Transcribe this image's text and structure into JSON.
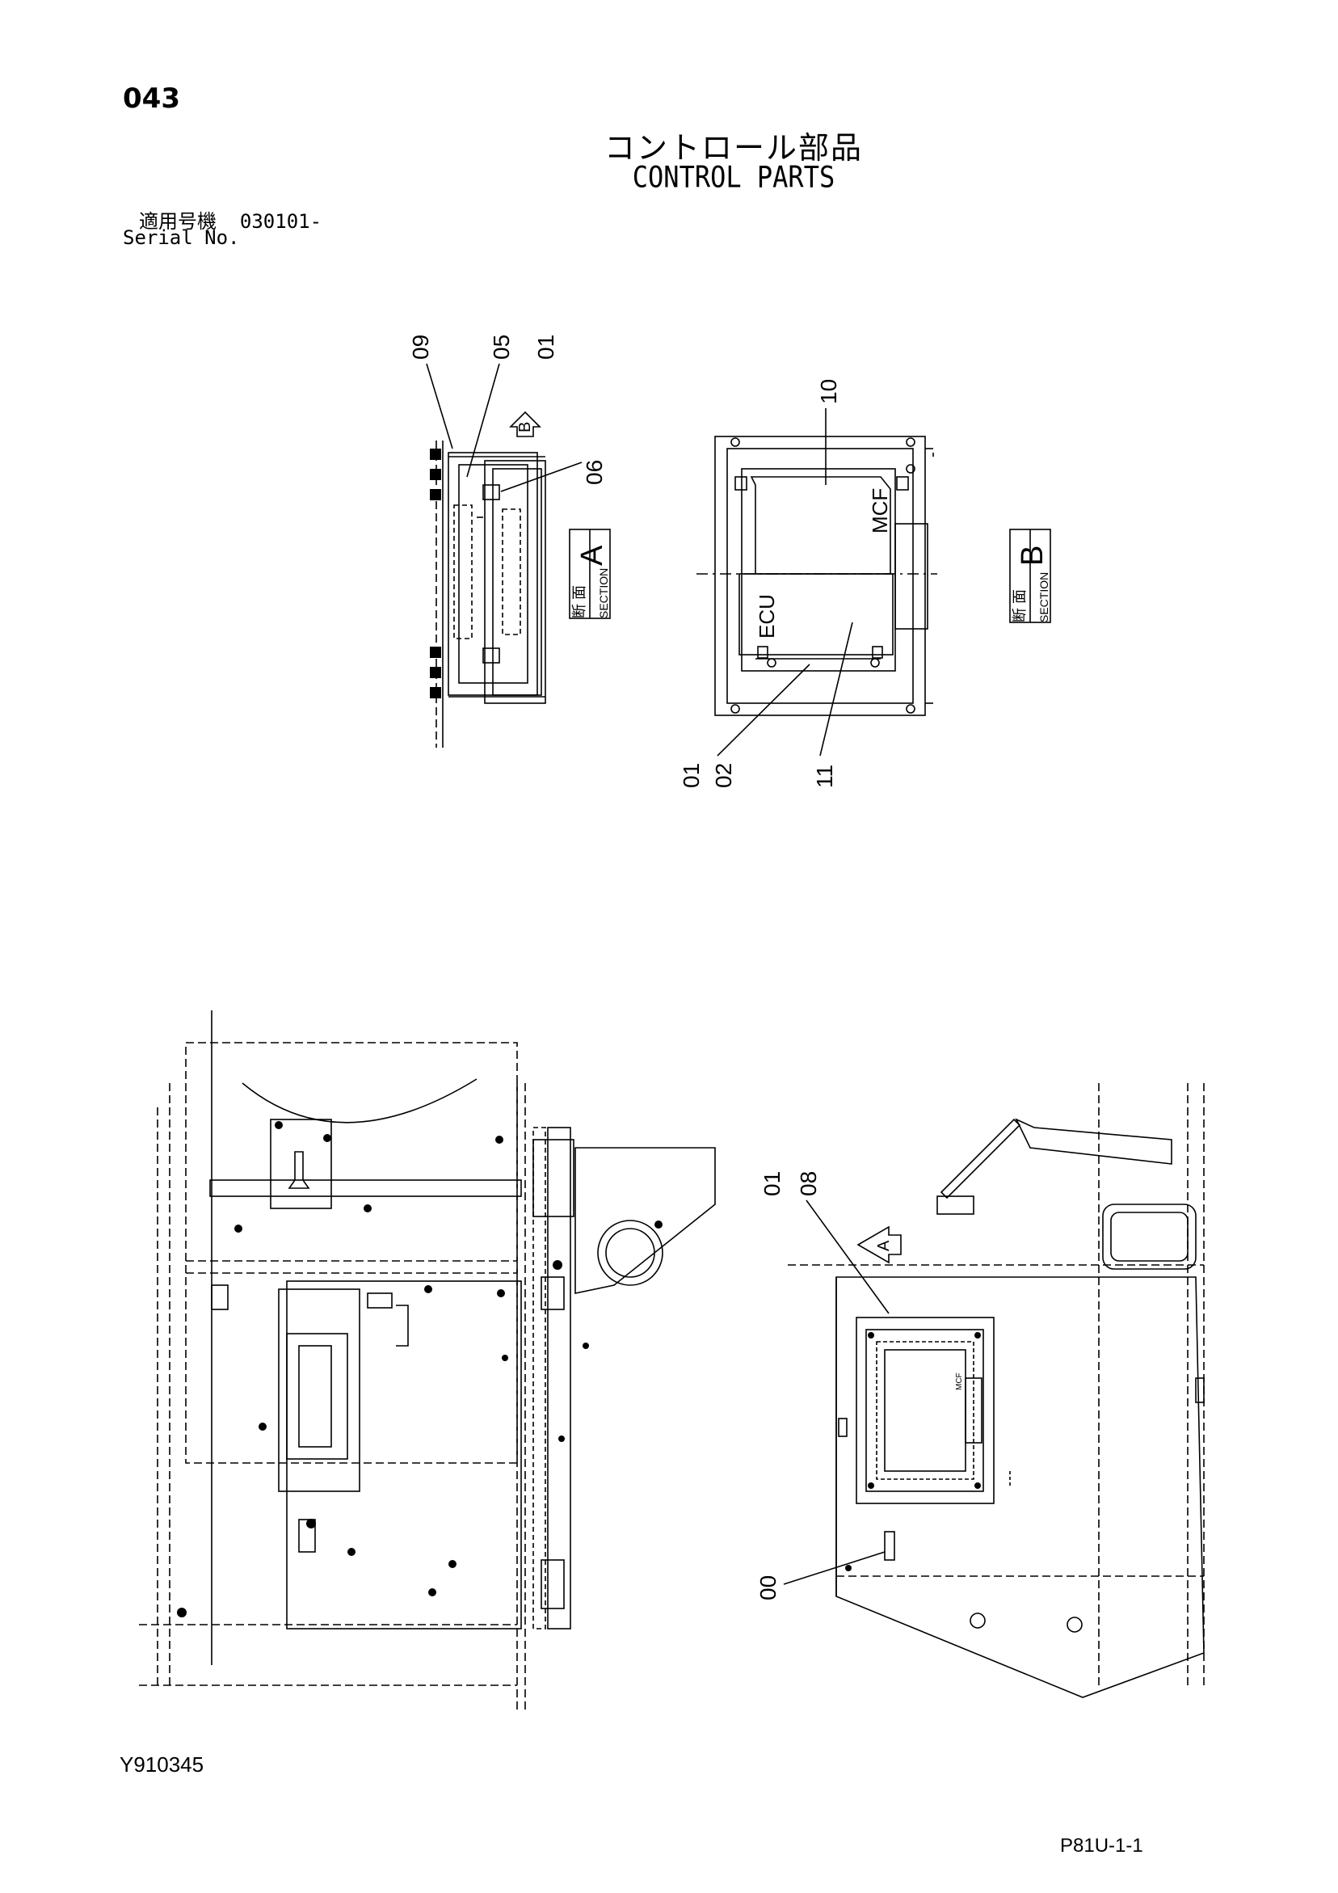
{
  "header": {
    "page_number": "043",
    "title_jp": "コントロール部品",
    "title_en": "CONTROL PARTS",
    "serial_label_jp": "適用号機",
    "serial_value": "030101-",
    "serial_label_en": "Serial No."
  },
  "section_a": {
    "section_letter": "A",
    "section_jp": "断 面",
    "section_en": "SECTION",
    "view_arrow_letter": "B",
    "callouts": [
      "09",
      "05",
      "01",
      "06"
    ]
  },
  "section_b": {
    "section_letter": "B",
    "section_jp": "断 面",
    "section_en": "SECTION",
    "ecu_label": "ECU",
    "mcf_label": "MCF",
    "callouts": [
      "10",
      "01",
      "02",
      "11"
    ]
  },
  "main_view": {
    "view_arrow_letter": "A",
    "callouts": [
      "01",
      "08",
      "00"
    ],
    "small_mcf_label": "MCF"
  },
  "footer": {
    "document_id": "Y910345",
    "page_ref": "P81U-1-1"
  }
}
